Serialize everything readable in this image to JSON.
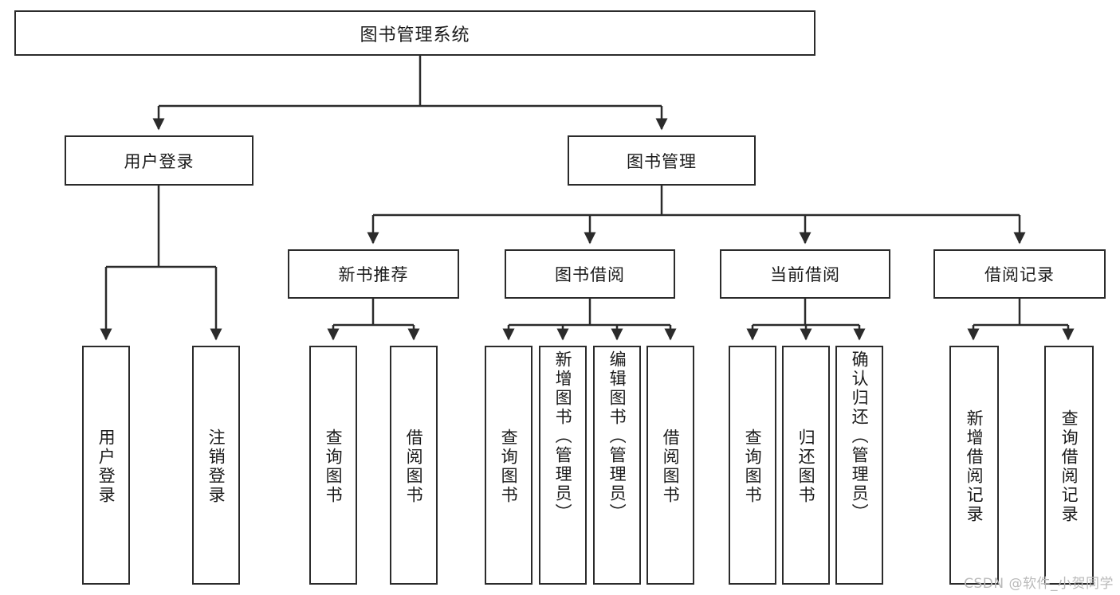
{
  "diagram": {
    "type": "tree",
    "title": "图书管理系统",
    "watermark": "CSDN @软件_小贺同学",
    "colors": {
      "border": "#2b2b2b",
      "background": "#ffffff",
      "text": "#1a1a1a",
      "watermark": "#b9b9b9"
    },
    "nodes": {
      "root": {
        "label": "图书管理系统"
      },
      "level1": [
        {
          "label": "用户登录"
        },
        {
          "label": "图书管理"
        }
      ],
      "level2": [
        {
          "label": "新书推荐"
        },
        {
          "label": "图书借阅"
        },
        {
          "label": "当前借阅"
        },
        {
          "label": "借阅记录"
        }
      ],
      "leaves_user_login": [
        {
          "label": "用户登录"
        },
        {
          "label": "注销登录"
        }
      ],
      "leaves_new_book": [
        {
          "label": "查询图书"
        },
        {
          "label": "借阅图书"
        }
      ],
      "leaves_borrow": [
        {
          "label": "查询图书"
        },
        {
          "label": "新增图书（管理员）"
        },
        {
          "label": "编辑图书（管理员）"
        },
        {
          "label": "借阅图书"
        }
      ],
      "leaves_current": [
        {
          "label": "查询图书"
        },
        {
          "label": "归还图书"
        },
        {
          "label": "确认归还（管理员）"
        }
      ],
      "leaves_records": [
        {
          "label": "新增借阅记录"
        },
        {
          "label": "查询借阅记录"
        }
      ]
    }
  }
}
